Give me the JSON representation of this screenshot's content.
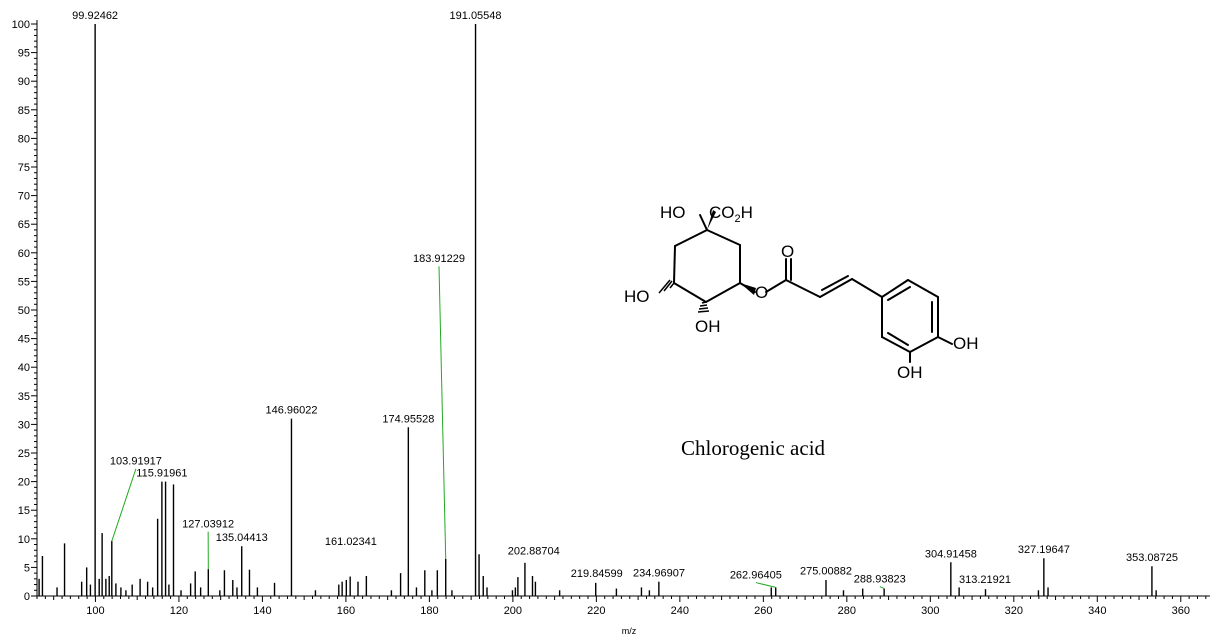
{
  "chart_data": {
    "type": "bar",
    "title": "",
    "xlabel": "m/z",
    "ylabel": "",
    "xlim": [
      86,
      367
    ],
    "ylim": [
      0,
      100
    ],
    "xticks": [
      100,
      120,
      140,
      160,
      180,
      200,
      220,
      240,
      260,
      280,
      300,
      320,
      340,
      360
    ],
    "yticks": [
      0,
      5,
      10,
      15,
      20,
      25,
      30,
      35,
      40,
      45,
      50,
      55,
      60,
      65,
      70,
      75,
      80,
      85,
      90,
      95,
      100
    ],
    "peaks": [
      {
        "mz": 86.5,
        "intensity": 3
      },
      {
        "mz": 87.3,
        "intensity": 7
      },
      {
        "mz": 90.8,
        "intensity": 1.5
      },
      {
        "mz": 92.6,
        "intensity": 9.2
      },
      {
        "mz": 96.7,
        "intensity": 2.5
      },
      {
        "mz": 97.9,
        "intensity": 5
      },
      {
        "mz": 98.8,
        "intensity": 2
      },
      {
        "mz": 99.92462,
        "intensity": 100
      },
      {
        "mz": 100.9,
        "intensity": 3
      },
      {
        "mz": 101.6,
        "intensity": 11
      },
      {
        "mz": 102.5,
        "intensity": 3
      },
      {
        "mz": 103.3,
        "intensity": 3.5
      },
      {
        "mz": 103.91917,
        "intensity": 9.6
      },
      {
        "mz": 104.9,
        "intensity": 2.2
      },
      {
        "mz": 106.1,
        "intensity": 1.5
      },
      {
        "mz": 107.3,
        "intensity": 1
      },
      {
        "mz": 108.8,
        "intensity": 2
      },
      {
        "mz": 110.7,
        "intensity": 3
      },
      {
        "mz": 112.5,
        "intensity": 2.5
      },
      {
        "mz": 113.7,
        "intensity": 1.5
      },
      {
        "mz": 114.9,
        "intensity": 13.5
      },
      {
        "mz": 115.91961,
        "intensity": 20
      },
      {
        "mz": 116.8,
        "intensity": 20
      },
      {
        "mz": 117.6,
        "intensity": 2
      },
      {
        "mz": 118.7,
        "intensity": 19.5
      },
      {
        "mz": 120.5,
        "intensity": 1
      },
      {
        "mz": 122.8,
        "intensity": 2.2
      },
      {
        "mz": 123.9,
        "intensity": 4.3
      },
      {
        "mz": 125.2,
        "intensity": 1.5
      },
      {
        "mz": 127.03912,
        "intensity": 4.7
      },
      {
        "mz": 129.8,
        "intensity": 1
      },
      {
        "mz": 130.9,
        "intensity": 4.5
      },
      {
        "mz": 132.9,
        "intensity": 2.8
      },
      {
        "mz": 133.9,
        "intensity": 1.5
      },
      {
        "mz": 135.04413,
        "intensity": 8.7
      },
      {
        "mz": 136.9,
        "intensity": 4.6
      },
      {
        "mz": 138.8,
        "intensity": 1.5
      },
      {
        "mz": 142.9,
        "intensity": 2.3
      },
      {
        "mz": 146.96022,
        "intensity": 31
      },
      {
        "mz": 152.7,
        "intensity": 1
      },
      {
        "mz": 158.3,
        "intensity": 2
      },
      {
        "mz": 159.1,
        "intensity": 2.5
      },
      {
        "mz": 160.1,
        "intensity": 2.8
      },
      {
        "mz": 161.02341,
        "intensity": 3.4
      },
      {
        "mz": 162.9,
        "intensity": 2.5
      },
      {
        "mz": 164.9,
        "intensity": 3.5
      },
      {
        "mz": 170.9,
        "intensity": 1
      },
      {
        "mz": 173.1,
        "intensity": 4
      },
      {
        "mz": 174.95528,
        "intensity": 29.5
      },
      {
        "mz": 176.9,
        "intensity": 1.5
      },
      {
        "mz": 178.9,
        "intensity": 4.5
      },
      {
        "mz": 180.6,
        "intensity": 1
      },
      {
        "mz": 181.9,
        "intensity": 4.5
      },
      {
        "mz": 183.91229,
        "intensity": 6.5
      },
      {
        "mz": 185.4,
        "intensity": 1
      },
      {
        "mz": 191.05548,
        "intensity": 100
      },
      {
        "mz": 191.9,
        "intensity": 7.3
      },
      {
        "mz": 192.9,
        "intensity": 3.5
      },
      {
        "mz": 193.8,
        "intensity": 1.5
      },
      {
        "mz": 199.9,
        "intensity": 1
      },
      {
        "mz": 200.6,
        "intensity": 1.5
      },
      {
        "mz": 201.2,
        "intensity": 3.3
      },
      {
        "mz": 202.88704,
        "intensity": 5.8
      },
      {
        "mz": 204.7,
        "intensity": 3.5
      },
      {
        "mz": 205.4,
        "intensity": 2.5
      },
      {
        "mz": 211.2,
        "intensity": 1
      },
      {
        "mz": 219.84599,
        "intensity": 2.3
      },
      {
        "mz": 224.8,
        "intensity": 1.3
      },
      {
        "mz": 230.8,
        "intensity": 1.5
      },
      {
        "mz": 232.7,
        "intensity": 1
      },
      {
        "mz": 234.96907,
        "intensity": 2.5
      },
      {
        "mz": 261.9,
        "intensity": 1.5
      },
      {
        "mz": 262.96405,
        "intensity": 1.5
      },
      {
        "mz": 275.00882,
        "intensity": 2.8
      },
      {
        "mz": 279.2,
        "intensity": 1
      },
      {
        "mz": 283.8,
        "intensity": 1.3
      },
      {
        "mz": 288.93823,
        "intensity": 1.3
      },
      {
        "mz": 304.91458,
        "intensity": 5.9
      },
      {
        "mz": 306.9,
        "intensity": 1.5
      },
      {
        "mz": 313.21921,
        "intensity": 1.2
      },
      {
        "mz": 325.9,
        "intensity": 1
      },
      {
        "mz": 327.19647,
        "intensity": 6.6
      },
      {
        "mz": 328.2,
        "intensity": 1.5
      },
      {
        "mz": 353.08725,
        "intensity": 5.2
      },
      {
        "mz": 354.1,
        "intensity": 1
      }
    ],
    "annotations": [
      {
        "text": "99.92462",
        "mz": 99.92462,
        "intensity": 100,
        "leader": false
      },
      {
        "text": "191.05548",
        "mz": 191.05548,
        "intensity": 100,
        "leader": false
      },
      {
        "text": "183.91229",
        "mz": 183.91229,
        "intensity": 6.5,
        "label_mz": 182.3,
        "label_intensity": 58,
        "leader": true
      },
      {
        "text": "146.96022",
        "mz": 146.96022,
        "intensity": 31,
        "leader": false
      },
      {
        "text": "174.95528",
        "mz": 174.95528,
        "intensity": 29.5,
        "leader": false
      },
      {
        "text": "103.91917",
        "mz": 103.91917,
        "intensity": 9.6,
        "label_mz": 109.7,
        "label_intensity": 22.6,
        "leader": true
      },
      {
        "text": "115.91961",
        "mz": 115.91961,
        "intensity": 20,
        "leader": false
      },
      {
        "text": "127.03912",
        "mz": 127.03912,
        "intensity": 4.7,
        "label_mz": 127.0,
        "label_intensity": 11.6,
        "leader": true
      },
      {
        "text": "135.04413",
        "mz": 135.04413,
        "intensity": 8.7,
        "leader": false
      },
      {
        "text": "161.02341",
        "mz": 161.02341,
        "intensity": 3.4,
        "label_mz": 161.2,
        "label_intensity": 8.6,
        "leader": false
      },
      {
        "text": "202.88704",
        "mz": 202.88704,
        "intensity": 5.8,
        "label_mz": 205.0,
        "label_intensity": 6.9,
        "leader": false
      },
      {
        "text": "219.84599",
        "mz": 219.84599,
        "intensity": 2.3,
        "label_mz": 220.1,
        "label_intensity": 3.0,
        "leader": false
      },
      {
        "text": "234.96907",
        "mz": 234.96907,
        "intensity": 2.5,
        "label_mz": 235.0,
        "label_intensity": 3.1,
        "leader": false
      },
      {
        "text": "262.96405",
        "mz": 262.96405,
        "intensity": 1.5,
        "label_mz": 258.2,
        "label_intensity": 2.7,
        "leader": true
      },
      {
        "text": "275.00882",
        "mz": 275.00882,
        "intensity": 2.8,
        "label_mz": 275.0,
        "label_intensity": 3.4,
        "leader": false
      },
      {
        "text": "288.93823",
        "mz": 288.93823,
        "intensity": 1.3,
        "label_mz": 287.9,
        "label_intensity": 2.0,
        "leader": true
      },
      {
        "text": "304.91458",
        "mz": 304.91458,
        "intensity": 5.9,
        "leader": false
      },
      {
        "text": "313.21921",
        "mz": 313.21921,
        "intensity": 1.2,
        "label_mz": 313.1,
        "label_intensity": 1.9,
        "leader": false
      },
      {
        "text": "327.19647",
        "mz": 327.19647,
        "intensity": 6.6,
        "leader": false
      },
      {
        "text": "353.08725",
        "mz": 353.08725,
        "intensity": 5.2,
        "label_mz": 353.1,
        "label_intensity": 5.8,
        "leader": false
      }
    ],
    "grid": false,
    "legend": "none"
  },
  "structure": {
    "ho_top": "HO",
    "co2h_main": "CO",
    "co2h_sub": "2",
    "co2h_end": "H",
    "ho_left": "HO",
    "oh_bottom": "OH",
    "ester_o": "O",
    "carbonyl_o": "O",
    "oh_right": "OH",
    "oh_ring_bottom": "OH",
    "compound_name": "Chlorogenic acid"
  },
  "colors": {
    "peak": "#000000",
    "leader_line": "#22aa22",
    "axis": "#000000"
  }
}
